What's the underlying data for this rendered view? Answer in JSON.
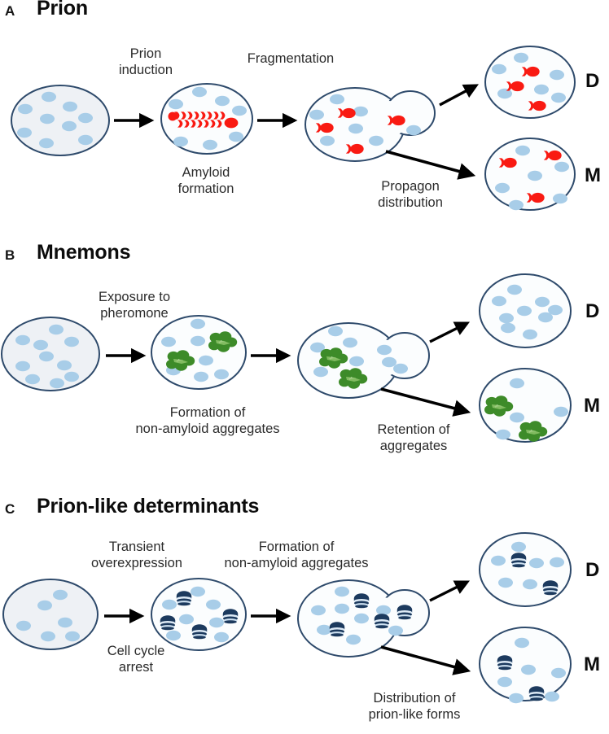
{
  "figure": {
    "panels": [
      {
        "letter": "A",
        "title": "Prion",
        "labels": [
          {
            "name": "prion-induction",
            "lines": [
              "Prion",
              "induction"
            ]
          },
          {
            "name": "amyloid-formation",
            "lines": [
              "Amyloid",
              "formation"
            ]
          },
          {
            "name": "fragmentation",
            "lines": [
              "Fragmentation"
            ]
          },
          {
            "name": "propagon-distribution",
            "lines": [
              "Propagon",
              "distribution"
            ]
          }
        ],
        "fates": [
          {
            "name": "daughter",
            "letter": "D"
          },
          {
            "name": "mother",
            "letter": "M"
          }
        ],
        "aggregate_color": "#f91a12",
        "aggregate_kind": "amyloid-fibril-and-propagons"
      },
      {
        "letter": "B",
        "title": "Mnemons",
        "labels": [
          {
            "name": "exposure-to-pheromone",
            "lines": [
              "Exposure to",
              "pheromone"
            ]
          },
          {
            "name": "formation-of-non-amyloid-aggregates",
            "lines": [
              "Formation of",
              "non-amyloid aggregates"
            ]
          },
          {
            "name": "retention-of-aggregates",
            "lines": [
              "Retention of",
              "aggregates"
            ]
          }
        ],
        "fates": [
          {
            "name": "daughter",
            "letter": "D"
          },
          {
            "name": "mother",
            "letter": "M"
          }
        ],
        "aggregate_color": "#3d8b29",
        "aggregate_kind": "non-amyloid-clusters"
      },
      {
        "letter": "C",
        "title": "Prion-like determinants",
        "labels": [
          {
            "name": "transient-overexpression",
            "lines": [
              "Transient",
              "overexpression"
            ]
          },
          {
            "name": "cell-cycle-arrest",
            "lines": [
              "Cell cycle",
              "arrest"
            ]
          },
          {
            "name": "formation-of-non-amyloid-aggregates",
            "lines": [
              "Formation of",
              "non-amyloid aggregates"
            ]
          },
          {
            "name": "distribution-of-prion-like-forms",
            "lines": [
              "Distribution of",
              "prion-like forms"
            ]
          }
        ],
        "fates": [
          {
            "name": "daughter",
            "letter": "D"
          },
          {
            "name": "mother",
            "letter": "M"
          }
        ],
        "aggregate_color": "#1c3a5e",
        "aggregate_kind": "stacked-disc-prion-like-forms"
      }
    ],
    "colors": {
      "cell_outline": "#2e4a6b",
      "cell_fill_naive": "#eef1f5",
      "cell_fill_white": "#fbfdfe",
      "protein_dot": "#a8cde8",
      "prion_red": "#f91a12",
      "mnemon_green": "#3d8b29",
      "prion_like_navy": "#1c3a5e",
      "arrow": "#000000",
      "text": "#2b2b2b"
    }
  }
}
